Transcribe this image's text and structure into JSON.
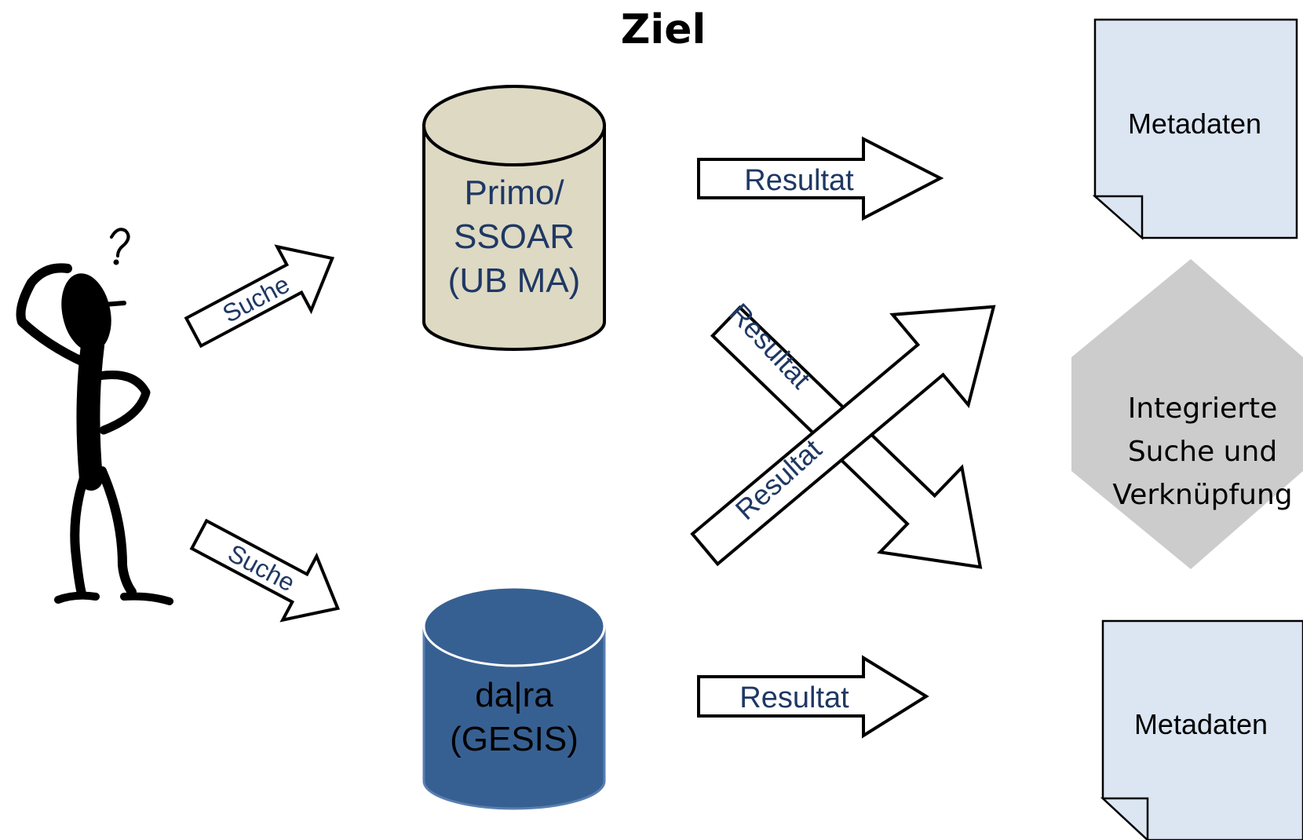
{
  "title": "Ziel",
  "databases": {
    "primo": {
      "lines": [
        "Primo/",
        "SSOAR",
        "(UB MA)"
      ]
    },
    "dara": {
      "lines": [
        "da|ra",
        "(GESIS)"
      ]
    }
  },
  "arrows": {
    "search_upper": "Suche",
    "search_lower": "Suche",
    "result_top": "Resultat",
    "result_cross_down": "Resultat",
    "result_cross_up": "Resultat",
    "result_bottom": "Resultat"
  },
  "documents": {
    "top": "Metadaten",
    "bottom": "Metadaten"
  },
  "integration": {
    "lines": [
      "Integrierte",
      "Suche und",
      "Verknüpfung"
    ]
  },
  "colors": {
    "cylinder_beige": "#ddd9c3",
    "cylinder_blue": "#376092",
    "doc_fill": "#dce6f2",
    "arrow_text": "#1f3864",
    "grey_arrow": "#cccccc"
  }
}
